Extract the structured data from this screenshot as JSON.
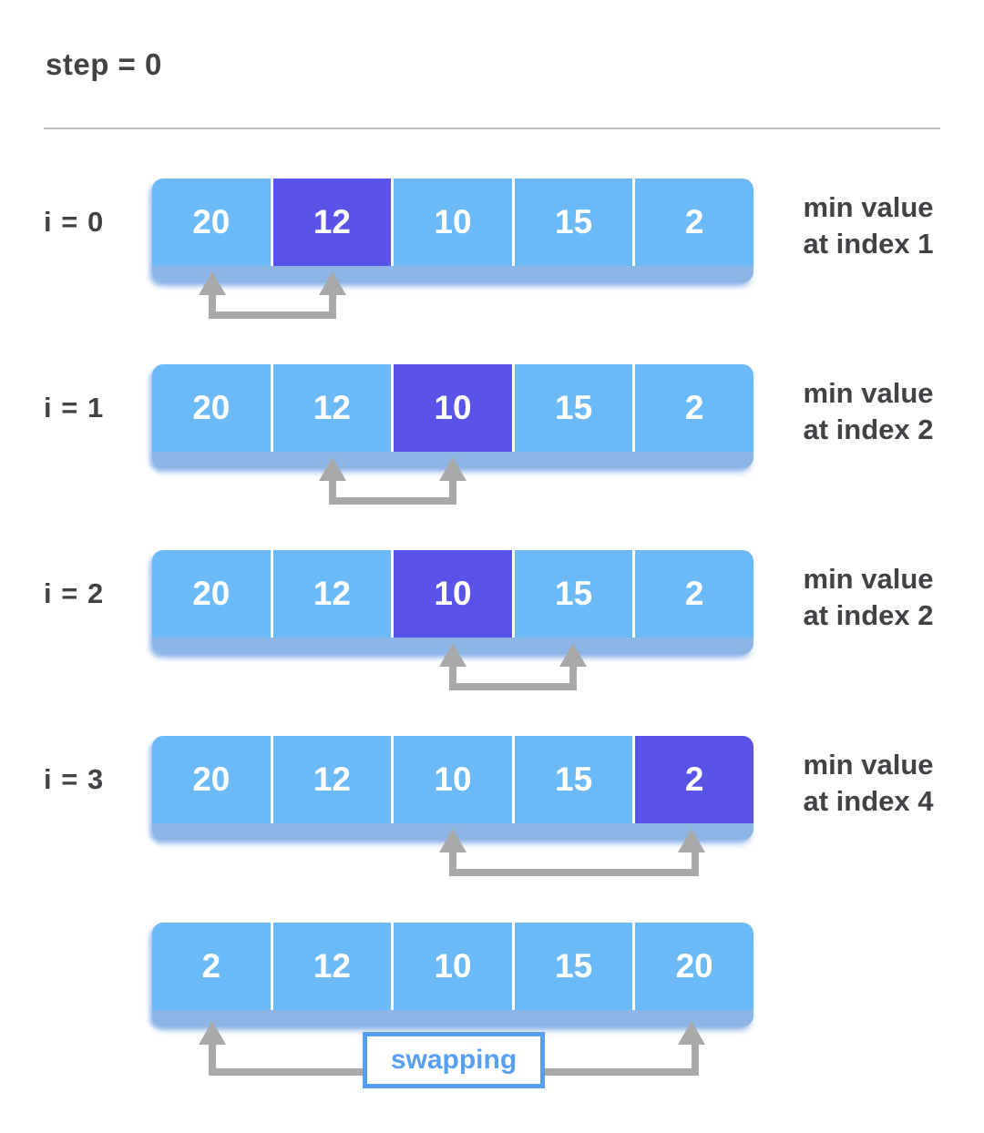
{
  "step_label": "step = 0",
  "colors": {
    "cell_blue": "#6cb9f7",
    "cell_purple": "#5a53e8",
    "strip_blue": "#8db6e7",
    "arrow_gray": "#a9a9a9",
    "text_dark": "#414146",
    "swap_blue": "#589ff2",
    "divider_gray": "#c2c2c2",
    "cell_text": "#ffffff"
  },
  "rows": [
    {
      "label": "i = 0",
      "cells": [
        "20",
        "12",
        "10",
        "15",
        "2"
      ],
      "highlight_index": 1,
      "caption": [
        "min value",
        "at index 1"
      ],
      "compares": {
        "from_index": 0,
        "to_index": 1
      }
    },
    {
      "label": "i = 1",
      "cells": [
        "20",
        "12",
        "10",
        "15",
        "2"
      ],
      "highlight_index": 2,
      "caption": [
        "min value",
        "at index 2"
      ],
      "compares": {
        "from_index": 1,
        "to_index": 2
      }
    },
    {
      "label": "i = 2",
      "cells": [
        "20",
        "12",
        "10",
        "15",
        "2"
      ],
      "highlight_index": 2,
      "caption": [
        "min value",
        "at index 2"
      ],
      "compares": {
        "from_index": 2,
        "to_index": 3
      }
    },
    {
      "label": "i = 3",
      "cells": [
        "20",
        "12",
        "10",
        "15",
        "2"
      ],
      "highlight_index": 4,
      "caption": [
        "min value",
        "at index 4"
      ],
      "compares": {
        "from_index": 2,
        "to_index": 4
      }
    },
    {
      "label": null,
      "cells": [
        "2",
        "12",
        "10",
        "15",
        "20"
      ],
      "highlight_index": null,
      "swap_label": "swapping",
      "compares": {
        "from_index": 0,
        "to_index": 4
      }
    }
  ]
}
